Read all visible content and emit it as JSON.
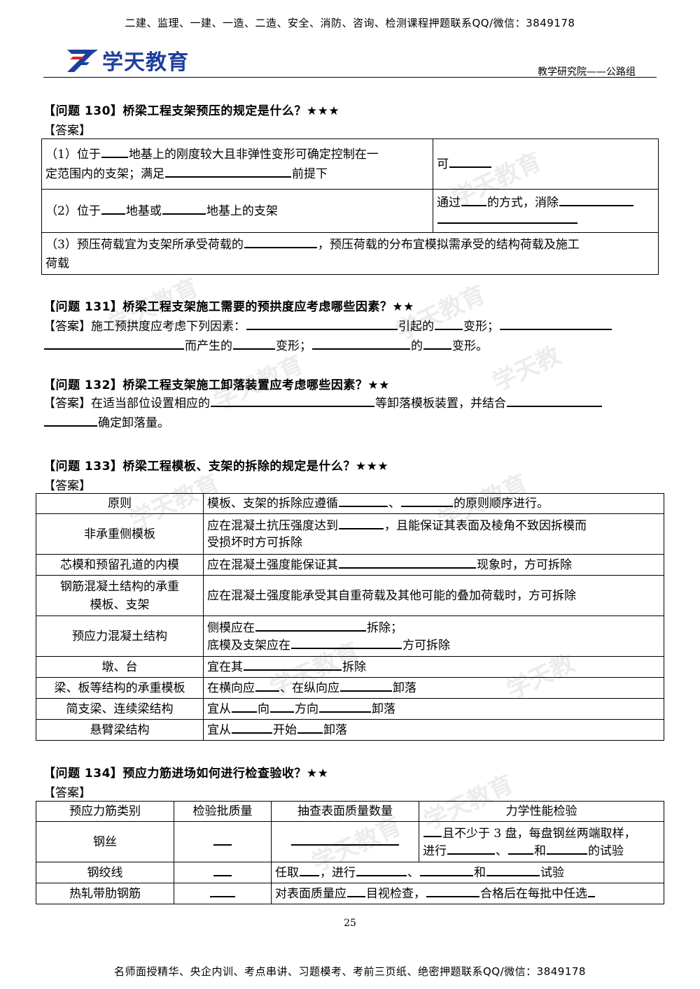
{
  "header": {
    "top_banner": "二建、监理、一建、一造、二造、安全、消防、咨询、检测课程押题联系QQ/微信：3849178",
    "brand": "学天教育",
    "dept": "教学研究院——公路组"
  },
  "q130": {
    "title": "【问题 130】桥梁工程支架预压的规定是什么？★★★",
    "answer_label": "【答案】",
    "r1_a": "（1）位于",
    "r1_b": "地基上的刚度较大且非弹性变形可确定控制在一",
    "r1_c": "定范围内的支架；满足",
    "r1_d": "前提下",
    "r1_right": "可",
    "r2_a": "（2）位于",
    "r2_b": "地基或",
    "r2_c": "地基上的支架",
    "r2_right_a": "通过",
    "r2_right_b": "的方式，消除",
    "r3_a": "（3）预压荷载宜为支架所承受荷载的",
    "r3_b": "，预压荷载的分布宜模拟需承受的结构荷载及施工",
    "r3_c": "荷载"
  },
  "q131": {
    "title": "【问题 131】桥梁工程支架施工需要的预拱度应考虑哪些因素？★★",
    "a1": "【答案】施工预拱度应考虑下列因素：",
    "a2": "引起的",
    "a3": "变形；",
    "a4": "而产生的",
    "a5": "变形；",
    "a6": "的",
    "a7": "变形。"
  },
  "q132": {
    "title": "【问题 132】桥梁工程支架施工卸落装置应考虑哪些因素？★★",
    "a1": "【答案】在适当部位设置相应的",
    "a2": "等卸落模板装置，并结合",
    "a3": "确定卸落量。"
  },
  "q133": {
    "title": "【问题 133】桥梁工程模板、支架的拆除的规定是什么？★★★",
    "answer_label": "【答案】",
    "rows": {
      "r1_label": "原则",
      "r1_a": "模板、支架的拆除应遵循",
      "r1_b": "、",
      "r1_c": "的原则顺序进行。",
      "r2_label": "非承重侧模板",
      "r2_a": "应在混凝土抗压强度达到",
      "r2_b": "，且能保证其表面及棱角不致因拆模而",
      "r2_c": "受损坏时方可拆除",
      "r3_label": "芯模和预留孔道的内模",
      "r3_a": "应在混凝土强度能保证其",
      "r3_b": "现象时，方可拆除",
      "r4_label_1": "钢筋混凝土结构的承重",
      "r4_label_2": "模板、支架",
      "r4_a": "应在混凝土强度能承受其自重荷载及其他可能的叠加荷载时，方可拆除",
      "r5_label": "预应力混凝土结构",
      "r5_a": "侧模应在",
      "r5_b": "拆除；",
      "r5_c": "底模及支架应在",
      "r5_d": "方可拆除",
      "r6_label": "墩、台",
      "r6_a": "宜在其",
      "r6_b": "拆除",
      "r7_label": "梁、板等结构的承重模板",
      "r7_a": "在横向应",
      "r7_b": "、在纵向应",
      "r7_c": "卸落",
      "r8_label": "简支梁、连续梁结构",
      "r8_a": "宜从",
      "r8_b": "向",
      "r8_c": "方向",
      "r8_d": "卸落",
      "r9_label": "悬臂梁结构",
      "r9_a": "宜从",
      "r9_b": "开始",
      "r9_c": "卸落"
    }
  },
  "q134": {
    "title": "【问题 134】预应力筋进场如何进行检查验收？★★",
    "answer_label": "【答案】",
    "headers": [
      "预应力筋类别",
      "检验批质量",
      "抽查表面质量数量",
      "力学性能检验"
    ],
    "r1_label": "钢丝",
    "r1_mech_a": "且不少于 3 盘，每盘钢丝两端取样，",
    "r1_mech_b": "进行",
    "r1_mech_c": "、",
    "r1_mech_d": "和",
    "r1_mech_e": "的试验",
    "r2_label": "钢绞线",
    "r2_a": "任取",
    "r2_b": "，进行",
    "r2_c": "、",
    "r2_d": "和",
    "r2_e": "试验",
    "r3_label": "热轧带肋钢筋",
    "r3_a": "对表面质量应",
    "r3_b": "目视检查，",
    "r3_c": "合格后在每批中任选"
  },
  "footer": {
    "page_number": "25",
    "bottom_banner": "名师面授精华、央企内训、考点串讲、习题模考、考前三页纸、绝密押题联系QQ/微信：3849178"
  }
}
